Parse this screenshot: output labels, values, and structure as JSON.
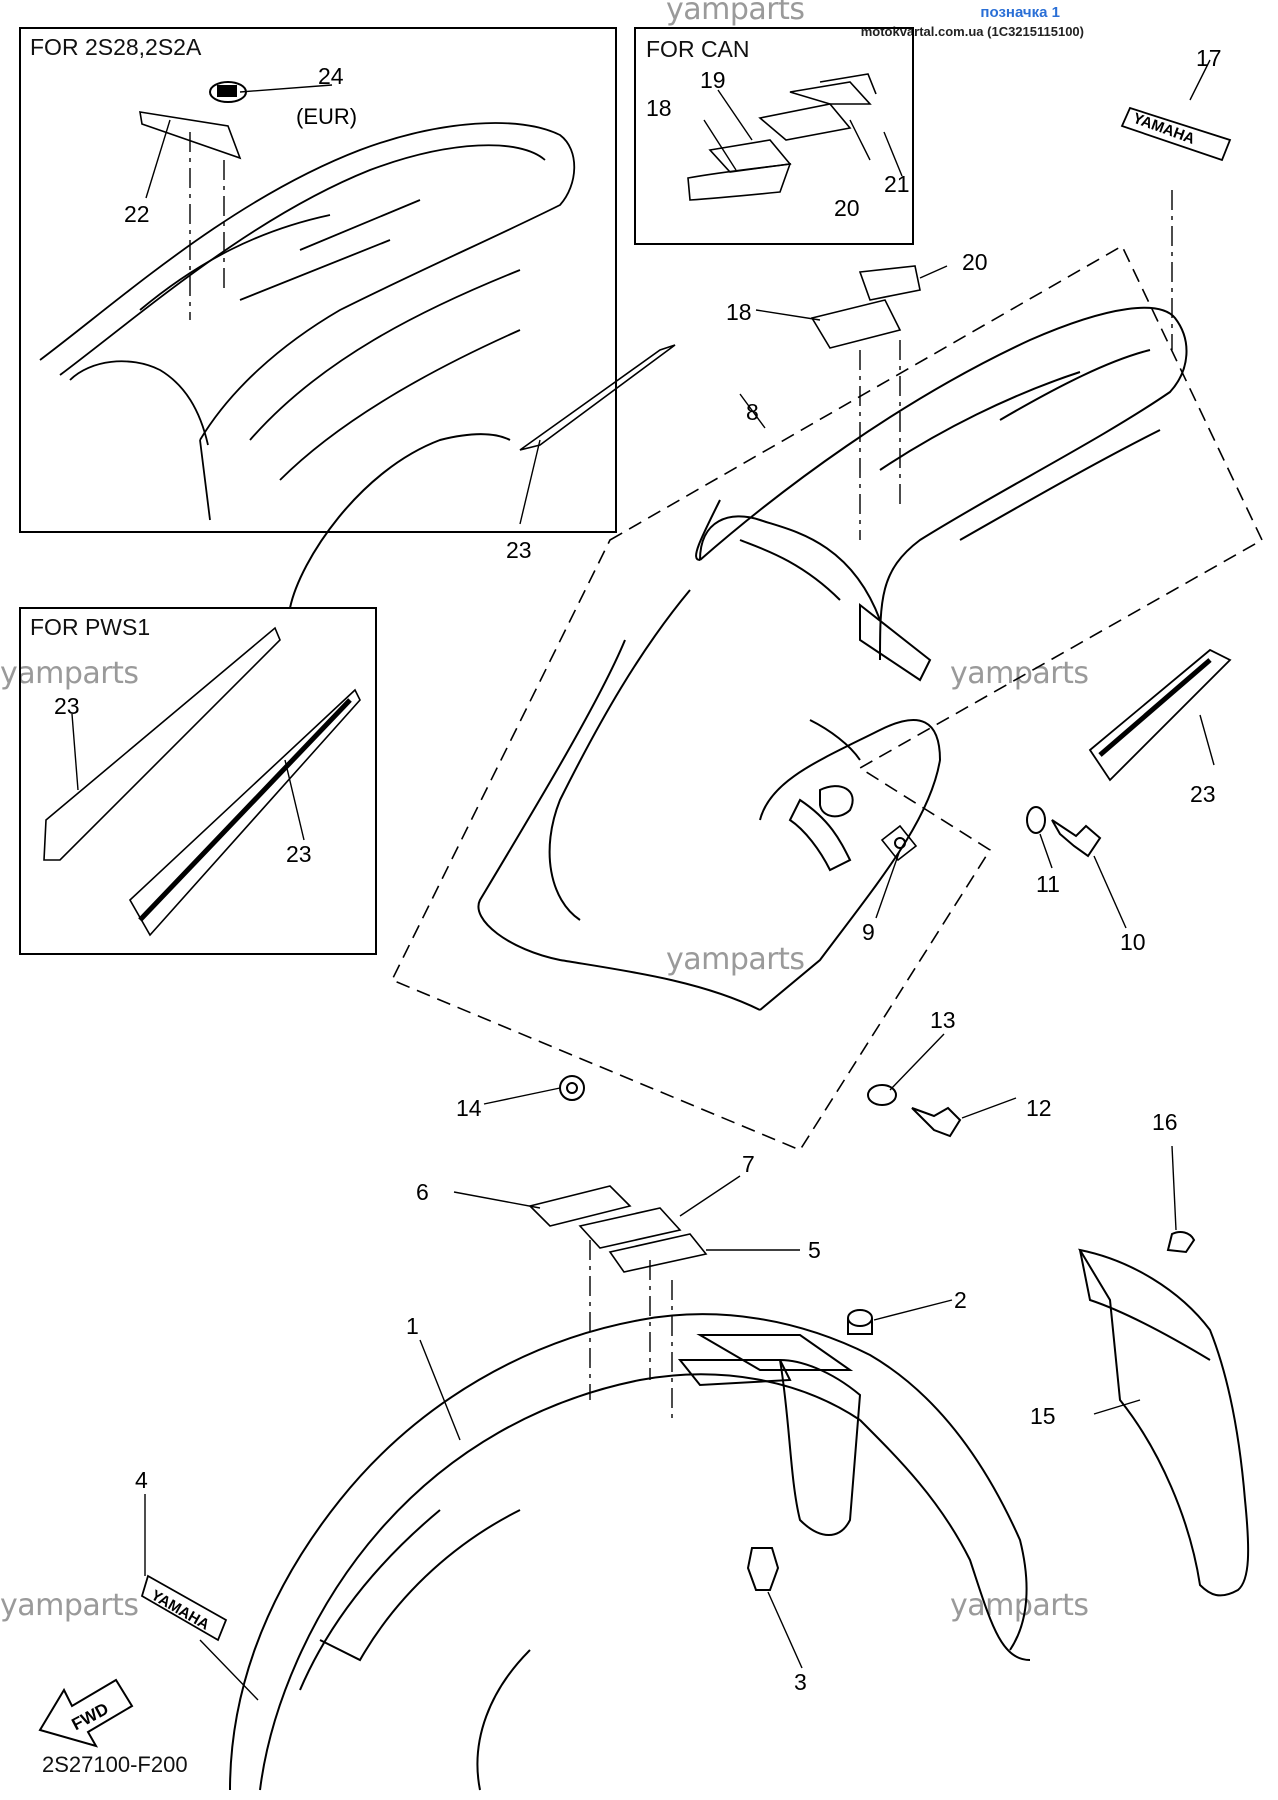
{
  "header": {
    "link": "позначка 1",
    "site": "motokvartal.com.ua (1C3215115100)"
  },
  "watermark": "yamparts",
  "insets": {
    "top_left": "FOR 2S28,2S2A",
    "can": "FOR CAN",
    "pws1": "FOR PWS1"
  },
  "fwd_label": "FWD",
  "decal_text": "YAMAHA",
  "diagram_code": "2S27100-F200",
  "eur_note": "(EUR)",
  "callouts": [
    {
      "n": "1"
    },
    {
      "n": "2"
    },
    {
      "n": "3"
    },
    {
      "n": "4"
    },
    {
      "n": "5"
    },
    {
      "n": "6"
    },
    {
      "n": "7"
    },
    {
      "n": "8"
    },
    {
      "n": "9"
    },
    {
      "n": "10"
    },
    {
      "n": "11"
    },
    {
      "n": "12"
    },
    {
      "n": "13"
    },
    {
      "n": "14"
    },
    {
      "n": "15"
    },
    {
      "n": "16"
    },
    {
      "n": "17"
    },
    {
      "n": "18"
    },
    {
      "n": "19"
    },
    {
      "n": "20"
    },
    {
      "n": "21"
    },
    {
      "n": "22"
    },
    {
      "n": "23"
    },
    {
      "n": "24"
    },
    {
      "n": "18"
    },
    {
      "n": "20"
    },
    {
      "n": "23"
    },
    {
      "n": "23"
    },
    {
      "n": "23"
    },
    {
      "n": "23"
    }
  ]
}
